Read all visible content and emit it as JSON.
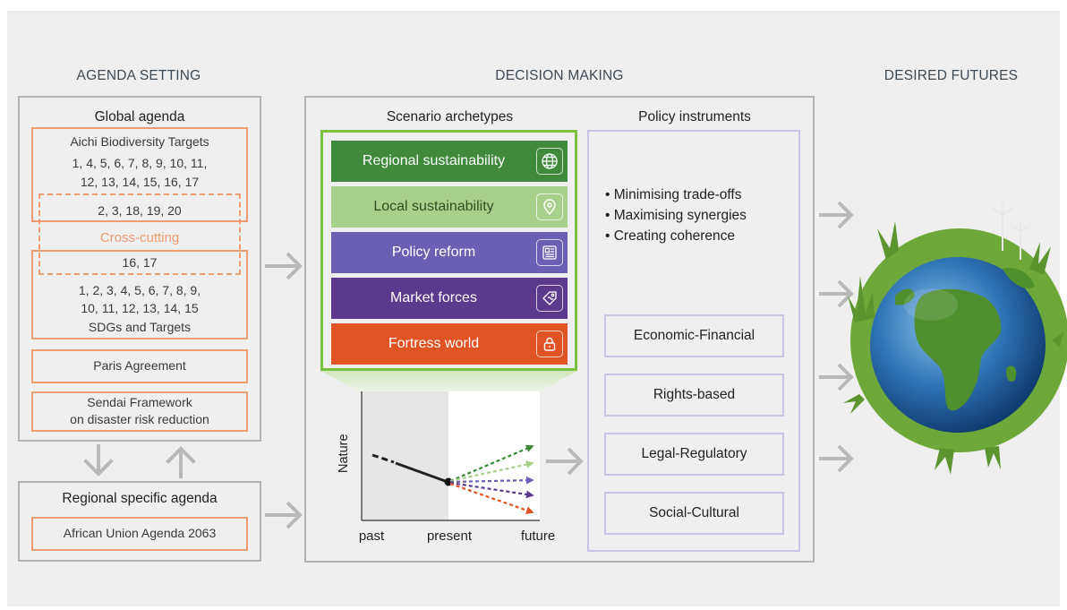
{
  "headers": {
    "agenda": "AGENDA SETTING",
    "decision": "DECISION MAKING",
    "futures": "DESIRED FUTURES"
  },
  "global": {
    "title": "Global agenda",
    "aichi_title": "Aichi Biodiversity Targets",
    "aichi_line1": "1, 4, 5, 6, 7, 8, 9, 10, 11,",
    "aichi_line2": "12, 13, 14, 15, 16, 17",
    "aichi_line3": "2, 3, 18, 19, 20",
    "cross_cutting": "Cross-cutting",
    "sdg_cross": "16, 17",
    "sdg_line1": "1, 2, 3, 4, 5, 6, 7, 8, 9,",
    "sdg_line2": "10, 11, 12, 13, 14, 15",
    "sdg_title": "SDGs and Targets",
    "paris": "Paris Agreement",
    "sendai_line1": "Sendai Framework",
    "sendai_line2": "on disaster risk reduction"
  },
  "regional": {
    "title": "Regional specific agenda",
    "au": "African Union Agenda 2063"
  },
  "scenarios": {
    "title": "Scenario archetypes",
    "items": [
      {
        "label": "Regional sustainability",
        "icon": "globe-icon",
        "color": "#3f8a3c"
      },
      {
        "label": "Local sustainability",
        "icon": "location-pin-icon",
        "color": "#a8d08d"
      },
      {
        "label": "Policy reform",
        "icon": "document-icon",
        "color": "#6a5fb2"
      },
      {
        "label": "Market forces",
        "icon": "money-tag-icon",
        "color": "#5b3a8e"
      },
      {
        "label": "Fortress world",
        "icon": "padlock-icon",
        "color": "#e05325"
      }
    ]
  },
  "chart": {
    "ylabel": "Nature",
    "xlabels": [
      "past",
      "present",
      "future"
    ]
  },
  "policy": {
    "title": "Policy instruments",
    "bullets": [
      "Minimising trade-offs",
      "Maximising synergies",
      "Creating coherence"
    ],
    "instruments": [
      "Economic-Financial",
      "Rights-based",
      "Legal-Regulatory",
      "Social-Cultural"
    ]
  },
  "colors": {
    "agenda_border": "#ee9b72",
    "scenario_frame": "#7ac142",
    "policy_border": "#c9c3e6",
    "arrow": "#b8b8b8"
  }
}
